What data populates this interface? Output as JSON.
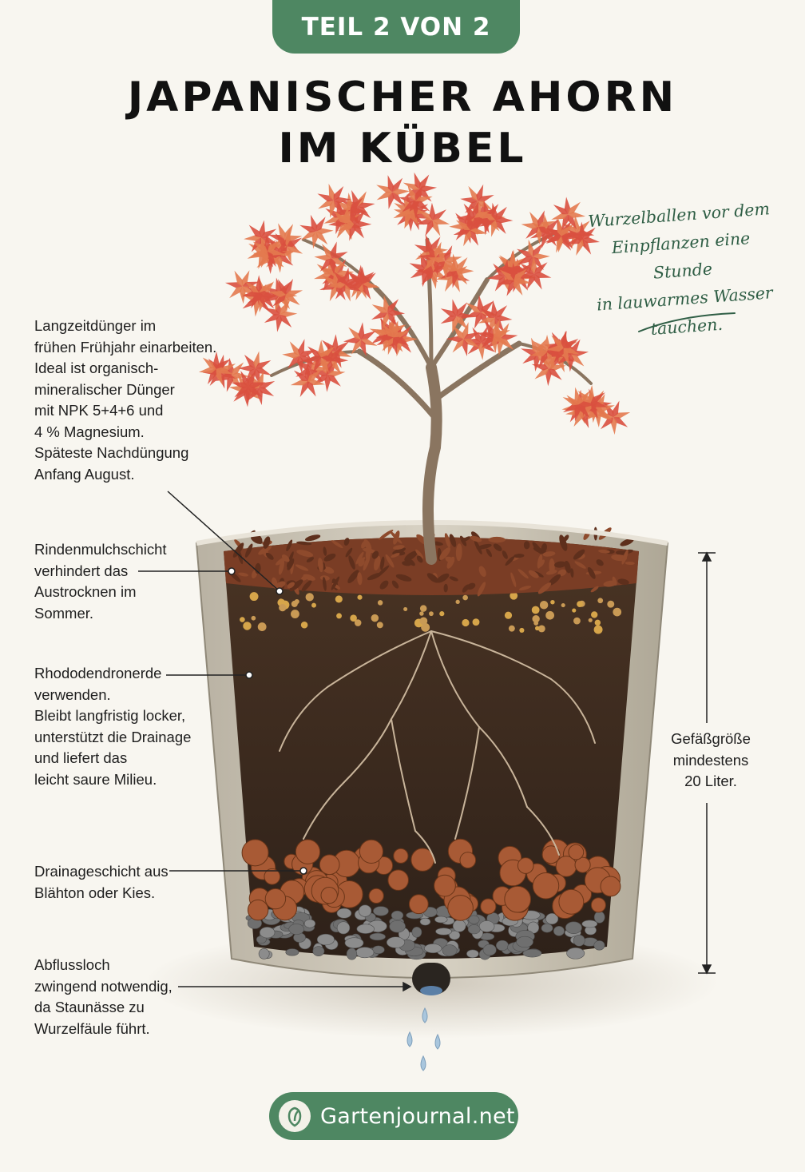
{
  "header": {
    "badge": "TEIL 2 VON 2"
  },
  "title": {
    "line1": "JAPANISCHER AHORN",
    "line2": "IM KÜBEL"
  },
  "handnote": "Wurzelballen vor dem\nEinpflanzen eine Stunde\nin lauwarmes Wasser\ntauchen.",
  "annotations": {
    "fertilizer": "Langzeitdünger im\nfrühen Frühjahr einarbeiten.\nIdeal ist organisch-\nmineralischer Dünger\nmit NPK 5+4+6 und\n4 % Magnesium.\nSpäteste Nachdüngung\nAnfang August.",
    "mulch": "Rindenmulchschicht\nverhindert das\nAustrocknen im\nSommer.",
    "soil": "Rhododendronerde\nverwenden.\nBleibt langfristig locker,\nunterstützt die Drainage\nund liefert das\nleicht saure Milieu.",
    "drainage": "Drainageschicht aus\nBlähton oder Kies.",
    "drain_hole": "Abflussloch\nzwingend notwendig,\nda Staunässe zu\nWurzelfäule führt."
  },
  "measure": "Gefäßgröße\nmindestens\n20 Liter.",
  "footer": {
    "brand": "Gartenjournal.net",
    "logo_icon": "sprout-leaf-icon"
  },
  "colors": {
    "accent_green": "#4e8762",
    "leaf_red": "#d9503f",
    "soil_dark": "#3b2a1f",
    "mulch": "#7a3d25",
    "clay_pebble": "#a85a35",
    "gravel": "#8c8c8c",
    "pot": "#cfc8b8"
  }
}
